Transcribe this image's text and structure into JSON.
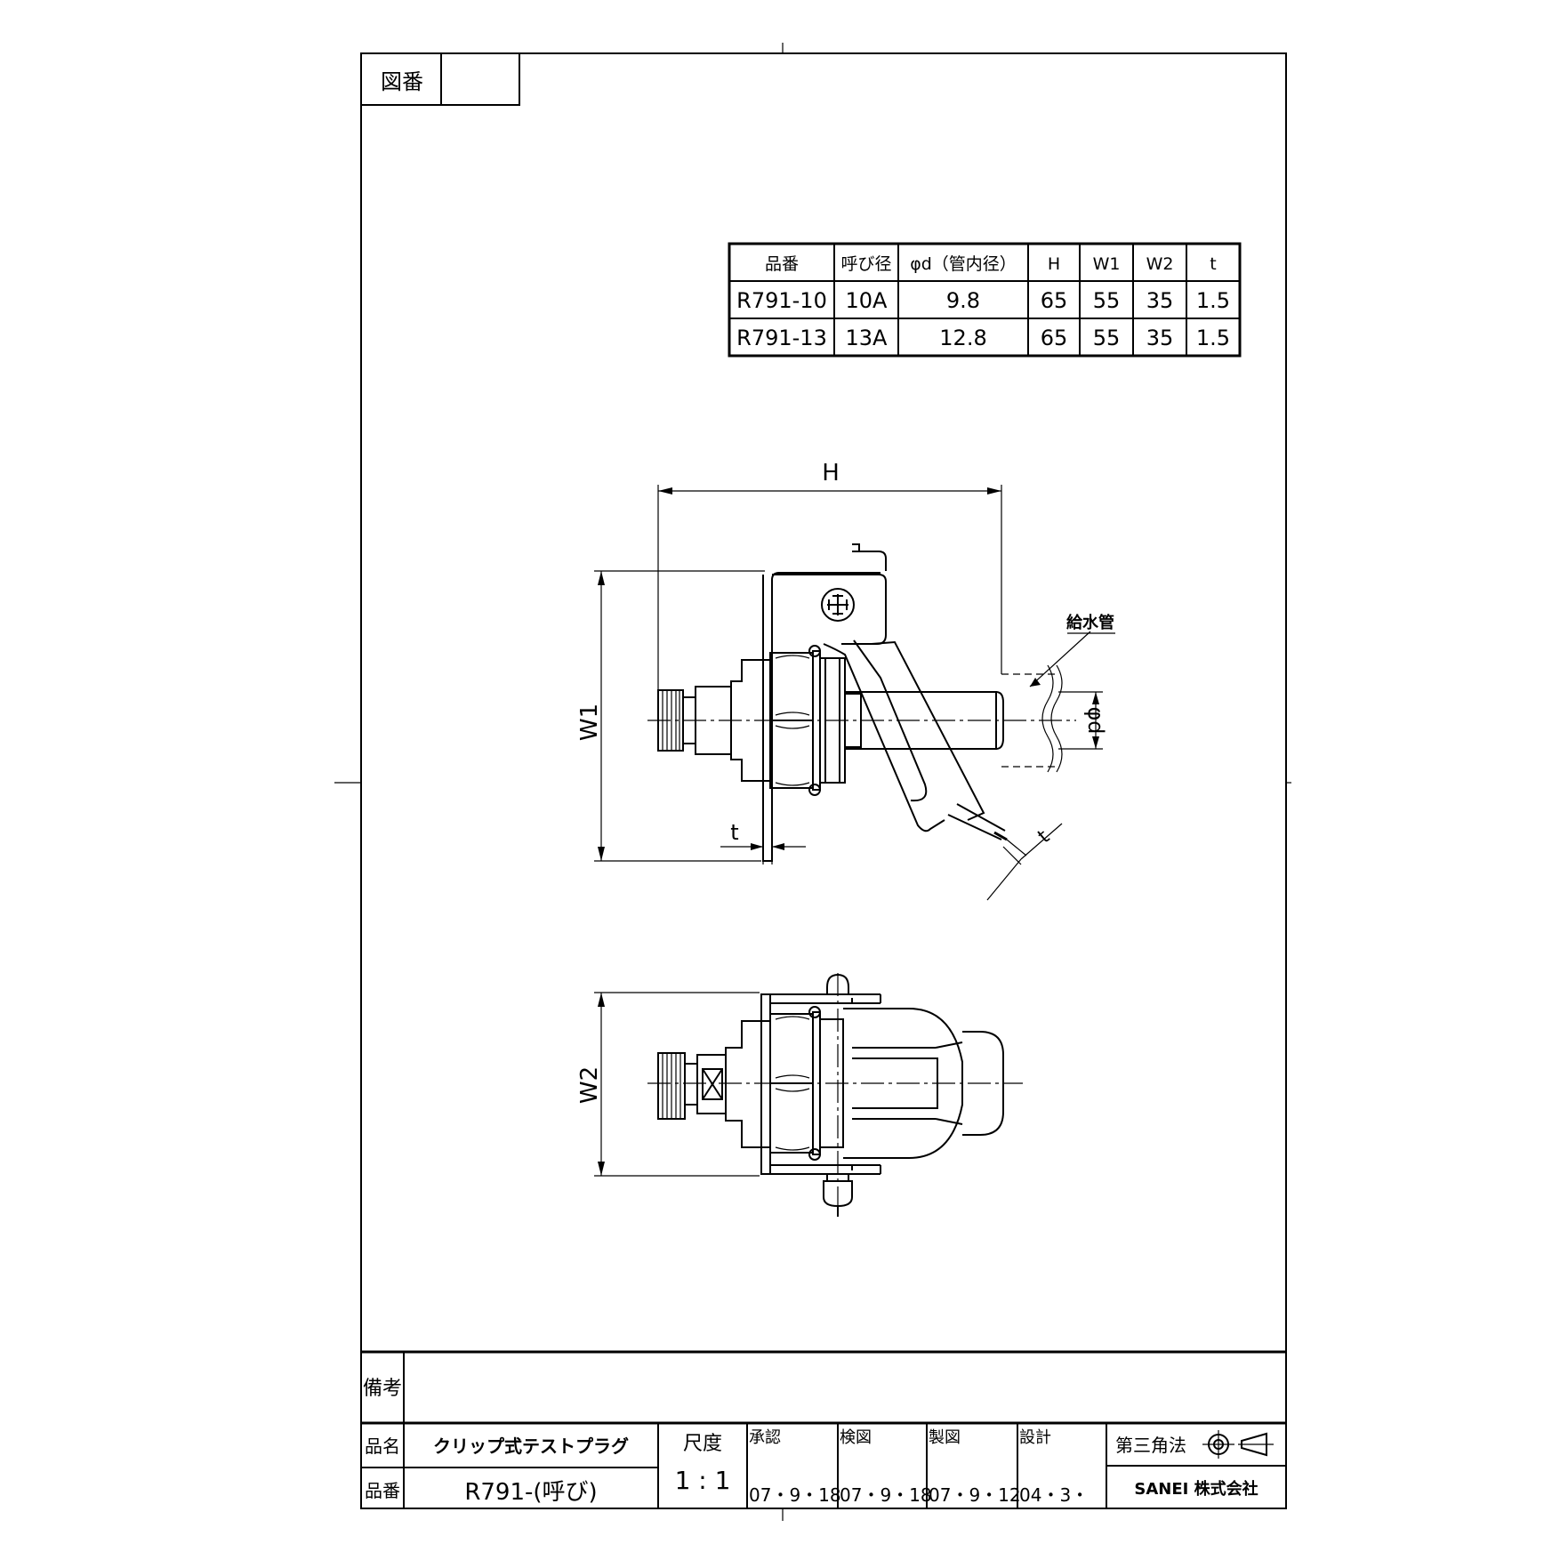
{
  "drawing_number": {
    "label": "図番",
    "value": ""
  },
  "spec_table": {
    "headers": [
      "品番",
      "呼び径",
      "φd（管内径）",
      "H",
      "W1",
      "W2",
      "t"
    ],
    "rows": [
      [
        "R791-10",
        "10A",
        "9.8",
        "65",
        "55",
        "35",
        "1.5"
      ],
      [
        "R791-13",
        "13A",
        "12.8",
        "65",
        "55",
        "35",
        "1.5"
      ]
    ]
  },
  "side_view": {
    "dim_h": "H",
    "dim_w1": "W1",
    "dim_t_left": "t",
    "dim_t_right": "t",
    "dim_phi_d": "φd",
    "pipe_label": "給水管"
  },
  "top_view": {
    "dim_w2": "W2"
  },
  "title_block": {
    "remarks_label": "備考",
    "remarks_value": "",
    "name_label": "品名",
    "name_value": "クリップ式テストプラグ",
    "part_label": "品番",
    "part_value": "R791-(呼び)",
    "scale_label": "尺度",
    "scale_value": "1 : 1",
    "approved_label": "承認",
    "approved_date": "07・9・18",
    "checked_label": "検図",
    "checked_date": "07・9・18",
    "drawn_label": "製図",
    "drawn_date": "07・9・12",
    "design_label": "設計",
    "design_date": "04・3・",
    "projection_label": "第三角法",
    "company": "SANEI 株式会社"
  }
}
